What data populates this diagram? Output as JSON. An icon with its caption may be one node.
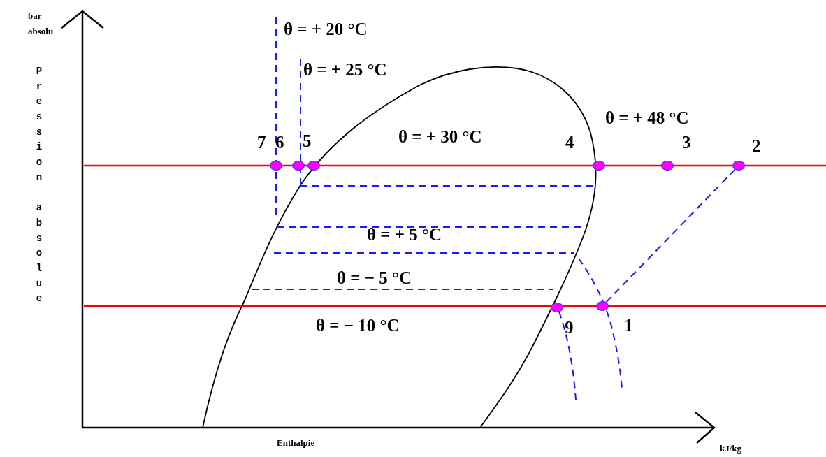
{
  "diagram": {
    "nodes": [
      {
        "text": [],
        "shape": "circle",
        "beside": [
          "7"
        ]
      },
      {
        "text": [],
        "shape": "circle",
        "beside": [
          "6"
        ]
      },
      {
        "text": [],
        "shape": "circle",
        "beside": [
          "5"
        ]
      },
      {
        "text": [],
        "shape": "circle",
        "beside": [
          "4"
        ]
      },
      {
        "text": [],
        "shape": "circle",
        "beside": [
          "3"
        ]
      },
      {
        "text": [],
        "shape": "circle",
        "beside": [
          "2"
        ]
      },
      {
        "text": [],
        "shape": "circle",
        "beside": [
          "9"
        ]
      },
      {
        "text": [],
        "shape": "circle",
        "beside": [
          "1"
        ]
      }
    ],
    "edges": [
      {
        "from": 7,
        "to": 5,
        "arrow": "none",
        "style": "dashed"
      }
    ],
    "labels": [
      "bar absolu",
      "θ = + 20 °C",
      "Pression absolue",
      "θ = + 25 °C",
      "θ = + 48 °C",
      "θ = + 30 °C",
      "θ = + 5 °C",
      "θ = − 5 °C",
      "θ = − 10 °C",
      "Enthalpie",
      "kJ/kg"
    ]
  }
}
